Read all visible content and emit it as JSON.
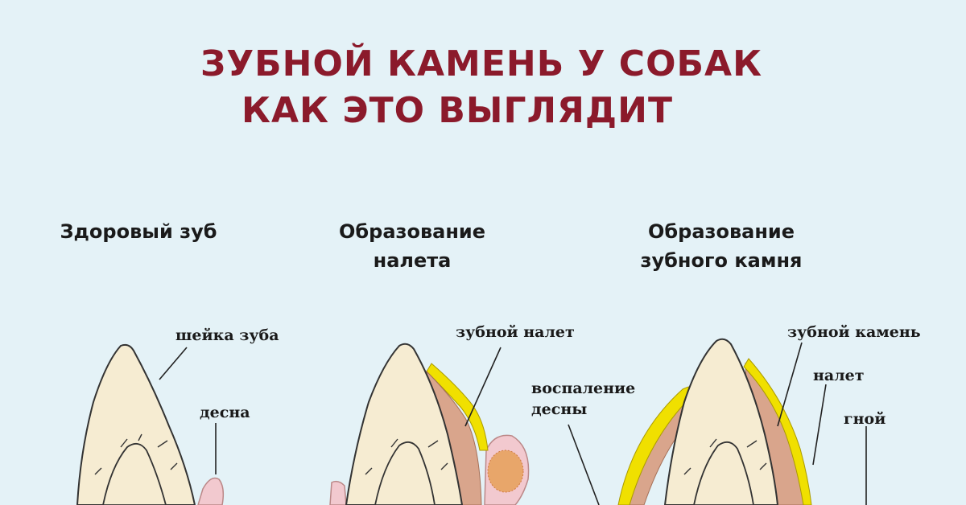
{
  "title": {
    "line1": "ЗУБНОЙ КАМЕНЬ У СОБАК",
    "line2": "КАК ЭТО ВЫГЛЯДИТ"
  },
  "panels": [
    {
      "heading": "Здоровый зуб",
      "labels": [
        "шейка зуба",
        "десна"
      ]
    },
    {
      "heading_line1": "Образование",
      "heading_line2": "налета",
      "labels": [
        "зубной налет",
        "воспаление",
        "десны"
      ]
    },
    {
      "heading_line1": "Образование",
      "heading_line2": "зубного камня",
      "labels": [
        "зубной камень",
        "налет",
        "гной"
      ]
    }
  ],
  "colors": {
    "background": "#e4f2f7",
    "title": "#8b1a2b",
    "enamel": "#f6ecd2",
    "gum": "#f2c9cf",
    "plaque": "#d9a58c",
    "tartar": "#f0e000",
    "pus": "#e8a66a"
  }
}
